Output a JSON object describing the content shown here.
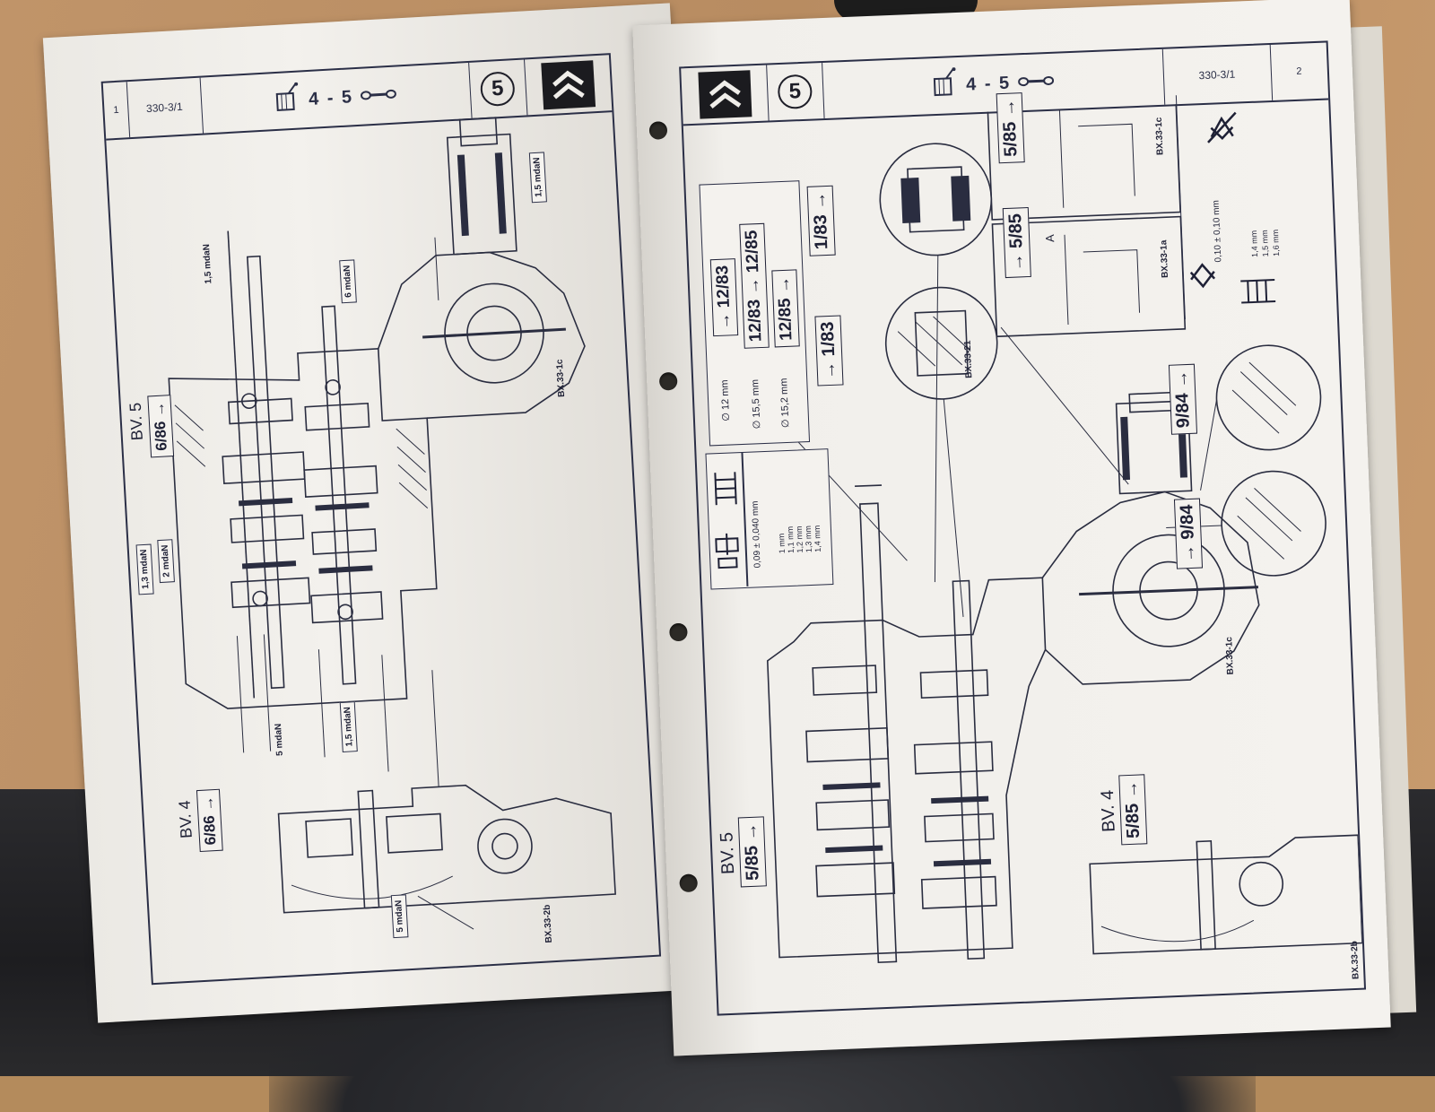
{
  "left_page": {
    "header": {
      "page_number": "1",
      "reference": "330-3/1",
      "group": "4 - 5",
      "section_badge": "5"
    },
    "figure_refs": {
      "main": "BX.33-1c",
      "lower": "BX.33-2b"
    },
    "labels": {
      "bv5": "BV. 5",
      "bv5_code": "6/86 →",
      "bv4": "BV. 4",
      "bv4_code": "6/86 →"
    },
    "torques": [
      "1,5 mdaN",
      "6 mdaN",
      "1,5 mdaN",
      "1,3 mdaN",
      "2 mdaN",
      "5 mdaN",
      "1,5 mdaN",
      "5 mdaN"
    ]
  },
  "right_page": {
    "header": {
      "page_number": "2",
      "reference": "330-3/1",
      "group": "4 - 5",
      "section_badge": "5"
    },
    "figure_refs": {
      "main": "BX.33-1c",
      "lower": "BX.33-2b",
      "detail_21": "BX.33-21",
      "detail_1a": "BX.33-1a",
      "detail_1c": "BX.33-1c"
    },
    "diameter_table": {
      "rows": [
        {
          "dia": "∅ 12 mm",
          "code": "→ 12/83"
        },
        {
          "dia": "∅ 15,5 mm",
          "code": "12/83 → 12/85"
        },
        {
          "dia": "∅ 15,2 mm",
          "code": "12/85 →"
        }
      ]
    },
    "shim_box": {
      "tolerance": "0,09 ± 0,040 mm",
      "sizes": [
        "1 mm",
        "1,1 mm",
        "1,2 mm",
        "1,3 mm",
        "1,4 mm"
      ]
    },
    "codes": {
      "to_1_83": "→ 1/83",
      "from_1_83": "1/83 →",
      "to_5_85": "→ 5/85",
      "from_5_85": "5/85 →",
      "to_9_84": "→ 9/84",
      "from_9_84": "9/84 →"
    },
    "detail_a": "A",
    "shim_detail": {
      "tolerance": "0,10 ± 0,10 mm",
      "sizes": [
        "1,4 mm",
        "1,5 mm",
        "1,6 mm"
      ]
    },
    "labels": {
      "bv5": "BV. 5",
      "bv5_code": "5/85 →",
      "bv4": "BV. 4",
      "bv4_code": "5/85 →"
    }
  }
}
